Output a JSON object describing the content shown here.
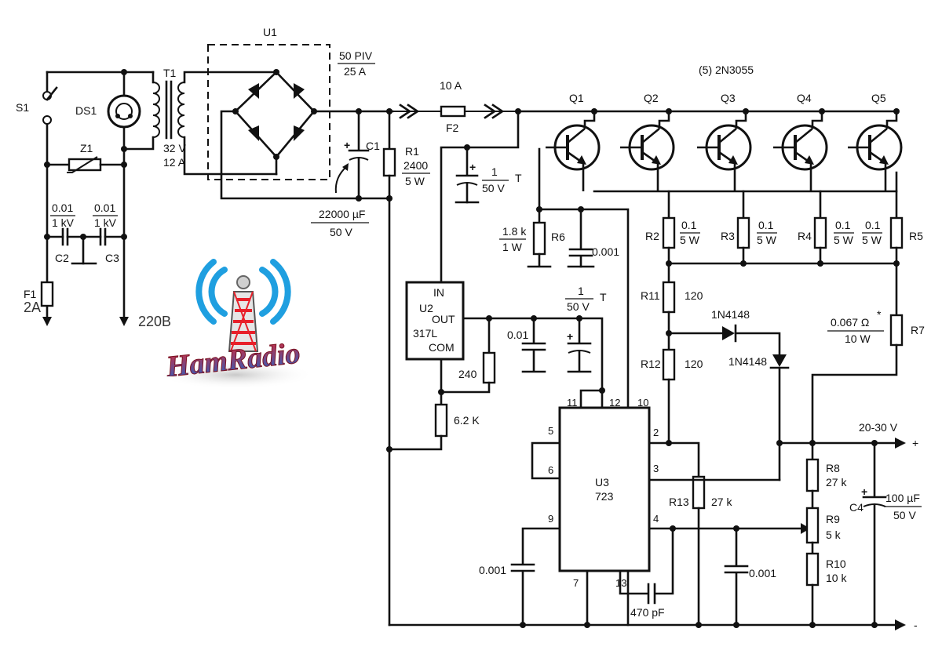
{
  "mains": {
    "switch": "S1",
    "lamp": "DS1",
    "varistor": "Z1",
    "fuse": "F1",
    "fuse_rating": "2A",
    "voltage": "220В"
  },
  "emi_caps": {
    "c2": {
      "ref": "C2",
      "value": "0.01",
      "rating": "1 kV"
    },
    "c3": {
      "ref": "C3",
      "value": "0.01",
      "rating": "1 kV"
    }
  },
  "transformer": {
    "ref": "T1",
    "voltage": "32 V",
    "current": "12 A"
  },
  "bridge": {
    "ref": "U1",
    "piv": "50 PIV",
    "current": "25 A"
  },
  "c1": {
    "ref": "C1",
    "value": "22000 µF",
    "rating": "50 V"
  },
  "r1": {
    "ref": "R1",
    "value": "2400",
    "rating": "5 W"
  },
  "fuse2": {
    "ref": "F2",
    "rating": "10 A"
  },
  "cap_1uf_top": {
    "value": "1",
    "rating": "50 V",
    "type": "T"
  },
  "transistors": {
    "note": "(5) 2N3055",
    "labels": [
      "Q1",
      "Q2",
      "Q3",
      "Q4",
      "Q5"
    ]
  },
  "r6": {
    "ref": "R6",
    "value": "1.8 k",
    "rating": "1 W"
  },
  "cap_0001_r6": {
    "value": "0.001"
  },
  "emitter_resistors": {
    "r2": {
      "ref": "R2",
      "value": "0.1",
      "rating": "5 W"
    },
    "r3": {
      "ref": "R3",
      "value": "0.1",
      "rating": "5 W"
    },
    "r4": {
      "ref": "R4",
      "value": "0.1",
      "rating": "5 W"
    },
    "r5": {
      "ref": "R5",
      "value": "0.1",
      "rating": "5 W"
    }
  },
  "r11": {
    "ref": "R11",
    "value": "120"
  },
  "r12": {
    "ref": "R12",
    "value": "120"
  },
  "diode_a": {
    "part": "1N4148"
  },
  "diode_b": {
    "part": "1N4148"
  },
  "r7": {
    "ref": "R7",
    "value": "0.067 Ω",
    "star": "*",
    "rating": "10 W"
  },
  "u2": {
    "in": "IN",
    "name": "U2",
    "out": "OUT",
    "part": "317L",
    "com": "COM"
  },
  "cap_1uf_u2": {
    "value": "1",
    "rating": "50 V",
    "type": "T"
  },
  "cap_001_u2": {
    "value": "0.01"
  },
  "r240": {
    "value": "240"
  },
  "r62k": {
    "value": "6.2 K"
  },
  "u3": {
    "name": "U3",
    "part": "723",
    "pins": {
      "p2": "2",
      "p3": "3",
      "p4": "4",
      "p5": "5",
      "p6": "6",
      "p7": "7",
      "p9": "9",
      "p10": "10",
      "p11": "11",
      "p12": "12",
      "p13": "13"
    }
  },
  "r13": {
    "ref": "R13",
    "value": "27 k"
  },
  "r8": {
    "ref": "R8",
    "value": "27 k"
  },
  "r9": {
    "ref": "R9",
    "value": "5 k"
  },
  "r10": {
    "ref": "R10",
    "value": "10 k"
  },
  "c4": {
    "ref": "C4",
    "value": "100 µF",
    "rating": "50 V"
  },
  "cap_0001_pin9": {
    "value": "0.001"
  },
  "cap_0001_pin4": {
    "value": "0.001"
  },
  "cap_470": {
    "value": "470 pF"
  },
  "output": {
    "voltage": "20-30 V",
    "plus": "+",
    "minus": "-"
  },
  "logo": {
    "text": "HamRadio",
    "colors": {
      "waves": "#1f9fe0",
      "tower_red": "#e8202a",
      "text_red": "#c0182a",
      "text_blue": "#1b6fd1"
    }
  }
}
